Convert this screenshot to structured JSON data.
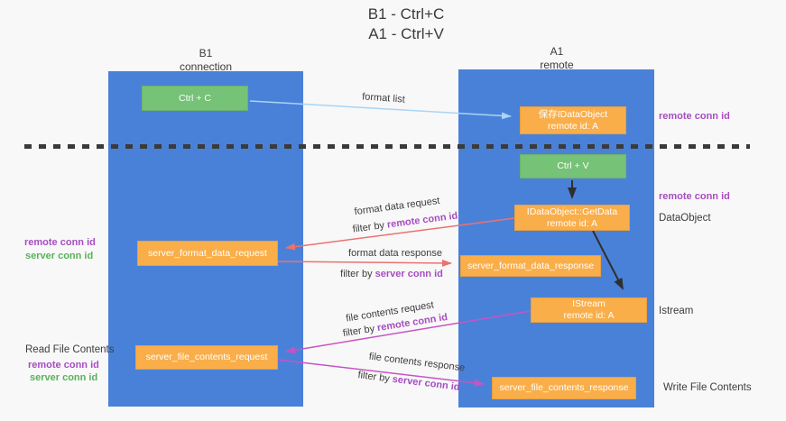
{
  "title": {
    "line1": "B1 - Ctrl+C",
    "line2": "A1 - Ctrl+V"
  },
  "lanes": {
    "left": {
      "name": "B1",
      "role": "connection"
    },
    "right": {
      "name": "A1",
      "role": "remote"
    }
  },
  "nodes": {
    "ctrl_c": {
      "label": "Ctrl + C"
    },
    "save_dataobject": {
      "line1": "保存IDataObject",
      "line2": "remote id: A"
    },
    "ctrl_v": {
      "label": "Ctrl + V"
    },
    "getdata": {
      "line1": "IDataObject::GetData",
      "line2": "remote id: A"
    },
    "server_format_data_request": {
      "label": "server_format_data_request"
    },
    "server_format_data_response": {
      "label": "server_format_data_response"
    },
    "istream": {
      "line1": "IStream",
      "line2": "remote id: A"
    },
    "server_file_contents_request": {
      "label": "server_file_contents_request"
    },
    "server_file_contents_response": {
      "label": "server_file_contents_response"
    }
  },
  "edge_labels": {
    "format_list": "format list",
    "format_data_request": "format data request",
    "format_data_response": "format data response",
    "file_contents_request": "file contents request",
    "file_contents_response": "file contents response",
    "filter_by": "filter by",
    "remote_conn_id": "remote conn id",
    "server_conn_id": "server conn id"
  },
  "side_labels": {
    "left_mid_remote": "remote conn id",
    "left_mid_server": "server conn id",
    "read_file_contents": "Read File Contents",
    "left_bottom_remote": "remote conn id",
    "left_bottom_server": "server conn id",
    "right_top_remote": "remote conn id",
    "right_mid_remote": "remote conn id",
    "dataobject": "DataObject",
    "istream": "Istream",
    "write_file_contents": "Write File Contents"
  },
  "colors": {
    "lane_blue": "#4a81d8",
    "node_green": "#76c276",
    "node_orange": "#f9ae49",
    "arrow_black": "#2f2f2f",
    "arrow_red": "#e87370",
    "arrow_magenta": "#c853c3",
    "arrow_light_blue": "#a9d4f5",
    "text_purple": "#a64dc1",
    "text_green": "#57b357",
    "text_dark": "#3d3d3d"
  }
}
